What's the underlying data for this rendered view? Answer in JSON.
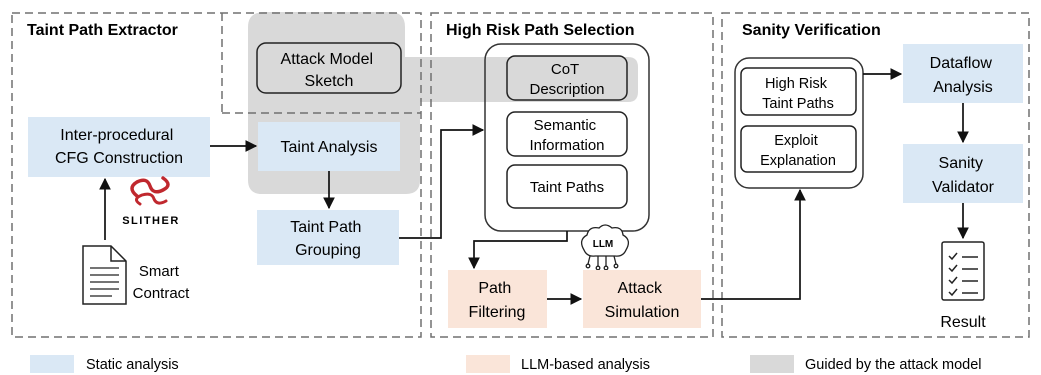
{
  "sections": {
    "extractor": "Taint Path Extractor",
    "selection": "High Risk Path Selection",
    "sanity": "Sanity Verification"
  },
  "nodes": {
    "attack_model_sketch": [
      "Attack Model",
      "Sketch"
    ],
    "cfg_construction": [
      "Inter-procedural",
      "CFG Construction"
    ],
    "taint_analysis": [
      "Taint Analysis"
    ],
    "taint_path_grouping": [
      "Taint Path",
      "Grouping"
    ],
    "smart_contract": [
      "Smart",
      "Contract"
    ],
    "cot_description": [
      "CoT",
      "Description"
    ],
    "semantic_information": [
      "Semantic",
      "Information"
    ],
    "taint_paths": [
      "Taint Paths"
    ],
    "path_filtering": [
      "Path",
      "Filtering"
    ],
    "attack_simulation": [
      "Attack",
      "Simulation"
    ],
    "high_risk_taint_paths": [
      "High Risk",
      "Taint Paths"
    ],
    "exploit_explanation": [
      "Exploit",
      "Explanation"
    ],
    "dataflow_analysis": [
      "Dataflow",
      "Analysis"
    ],
    "sanity_validator": [
      "Sanity",
      "Validator"
    ],
    "result": [
      "Result"
    ]
  },
  "logos": {
    "slither": "SLITHER",
    "llm": "LLM"
  },
  "legend": [
    {
      "label": "Static analysis",
      "color": "#dae8f5"
    },
    {
      "label": "LLM-based analysis",
      "color": "#fae5d9"
    },
    {
      "label": "Guided by the attack model",
      "color": "#d9d9d9"
    }
  ],
  "colors": {
    "static": "#dae8f5",
    "llm": "#fae5d9",
    "attack_model": "#d9d9d9",
    "slither_red": "#c0282e"
  }
}
